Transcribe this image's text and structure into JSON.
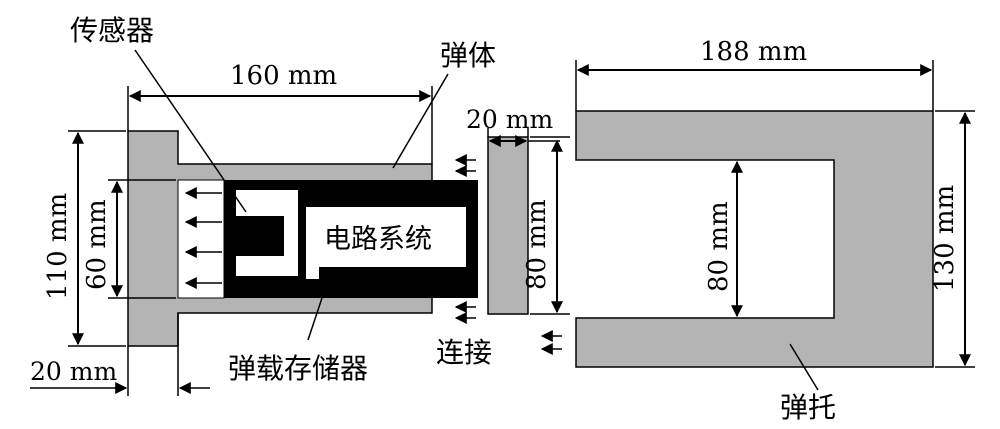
{
  "labels": {
    "sensor": "传感器",
    "elastic_body": "弹体",
    "circuit_system": "电路系统",
    "onboard_storage": "弹载存储器",
    "connection": "连接",
    "projectile_holder": "弹托"
  },
  "dimensions": {
    "body_length": "160 mm",
    "body_height": "110 mm",
    "cavity_height": "60 mm",
    "flange_width": "20 mm",
    "plate_width": "20 mm",
    "plate_height": "80 mm",
    "holder_length": "188 mm",
    "holder_height": "130 mm",
    "holder_opening": "80 mm"
  },
  "colors": {
    "body_fill": "#b4b4b4",
    "circuit_fill": "#000000",
    "background": "#ffffff"
  }
}
